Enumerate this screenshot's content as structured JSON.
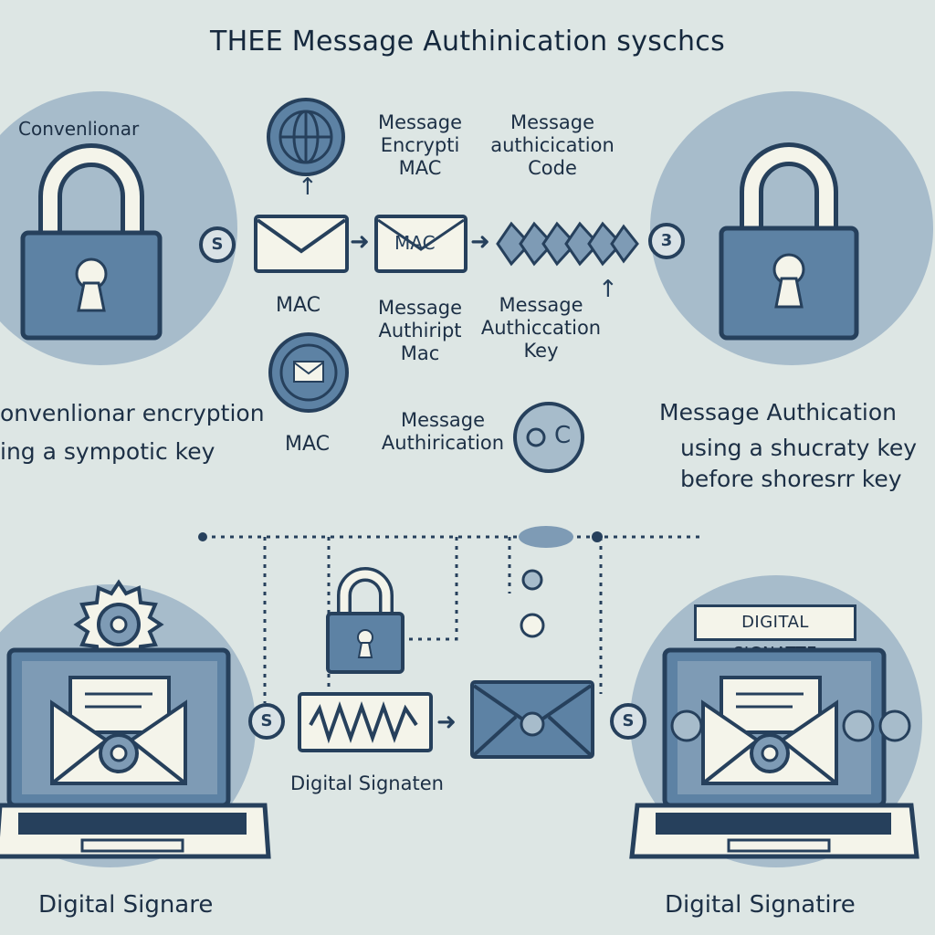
{
  "title": "THEE Message Authinication syschcs",
  "top_left": {
    "heading": "Convenlionar",
    "caption_line1": "onvenlionar encryption",
    "caption_line2": "ing a sympotic key",
    "badge": "S"
  },
  "top_center": {
    "label_encryption": [
      "Message",
      "Encrypti",
      "MAC"
    ],
    "label_code": [
      "Message",
      "authicication",
      "Code"
    ],
    "label_mac_left": "MAC",
    "envelope_mac_text": "MAC",
    "label_authript": [
      "Message",
      "Authiript",
      "Mac"
    ],
    "label_key": [
      "Message",
      "Authiccation",
      "Key"
    ],
    "label_mac_lower": "MAC",
    "label_authentication": [
      "Message",
      "Authirication"
    ],
    "coin_text": "C"
  },
  "top_right": {
    "caption_line1": "Message Authication",
    "caption_line2": "using a shucraty key",
    "caption_line3": "before shoresrr key",
    "badge": "3"
  },
  "bottom_left": {
    "caption": "Digital Signare",
    "badge": "S"
  },
  "bottom_center": {
    "caption": "Digital Signaten"
  },
  "bottom_right": {
    "sign_label": "DIGITAL SIGNATTE",
    "caption": "Digital Signatire",
    "badge": "S"
  },
  "colors": {
    "background": "#dde6e4",
    "circle": "#a7bccb",
    "lock_body": "#5d82a4",
    "outline": "#26405c",
    "paper": "#f4f4ea"
  }
}
